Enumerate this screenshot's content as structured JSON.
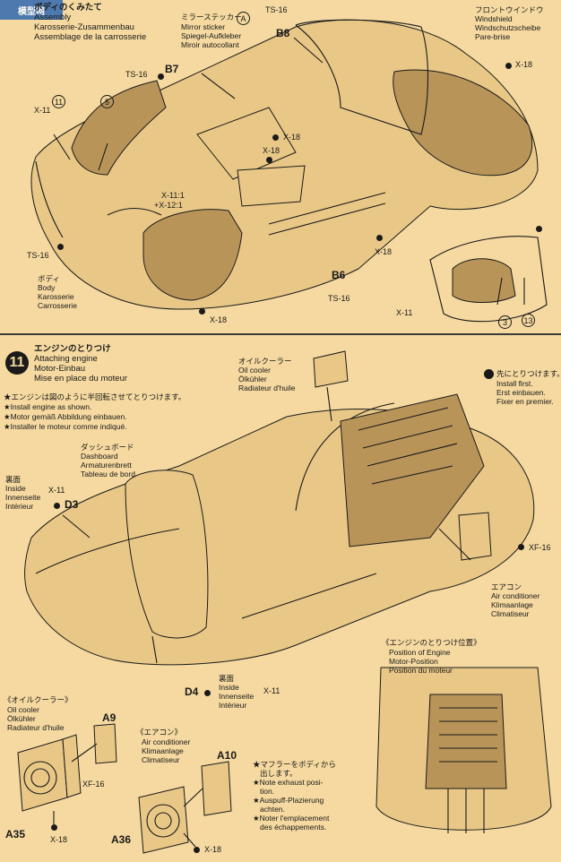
{
  "watermark": "模型网",
  "step10": {
    "title_jp": "ボディのくみたて",
    "title_en": "Assembly",
    "title_de": "Karosserie-Zusammenbau",
    "title_fr": "Assemblage de la carrosserie",
    "mirror_sticker": {
      "jp": "ミラーステッカー",
      "letter": "A",
      "en": "Mirror sticker",
      "de": "Spiegel-Aufkleber",
      "fr": "Miroir autocollant"
    },
    "windshield": {
      "jp": "フロントウインドウ",
      "en": "Windshield",
      "de": "Windschutzscheibe",
      "fr": "Pare-brise"
    },
    "body": {
      "jp": "ボディ",
      "en": "Body",
      "de": "Karosserie",
      "fr": "Carrosserie"
    },
    "parts": {
      "b8": "B8",
      "b7": "B7",
      "b6": "B6"
    },
    "screws": {
      "ts16_top": "TS-16",
      "ts16_b7": "TS-16",
      "ts16_left": "TS-16",
      "ts16_b6": "TS-16",
      "x11_left": "X-11",
      "x18_right": "X-18",
      "x18_mid": "X-18",
      "x18_mid2": "X-18",
      "x11_1": "X-11:1",
      "x12_1": "+X-12:1",
      "x18_bottom": "X-18",
      "x18_br": "X-18",
      "x11_br": "X-11"
    },
    "circled": [
      "11",
      "5",
      "3",
      "13"
    ]
  },
  "step11": {
    "number": "11",
    "title_jp": "エンジンのとりつけ",
    "title_en": "Attaching engine",
    "title_de": "Motor-Einbau",
    "title_fr": "Mise en place du moteur",
    "notes": [
      "★エンジンは図のように半回転させてとりつけます。",
      "★Install engine as shown.",
      "★Motor gemäß Abbildung einbauen.",
      "★Installer le moteur comme indiqué."
    ],
    "oil_cooler": {
      "jp": "オイルクーラー",
      "en": "Oil cooler",
      "de": "Ölkühler",
      "fr": "Radiateur d'huile"
    },
    "install_first": {
      "jp": "先にとりつけます。",
      "en": "Install first.",
      "de": "Erst einbauen.",
      "fr": "Fixer en premier."
    },
    "dashboard": {
      "jp": "ダッシュボード",
      "en": "Dashboard",
      "de": "Armaturenbrett",
      "fr": "Tableau de bord"
    },
    "inside_top": {
      "jp": "裏面",
      "en": "Inside",
      "de": "Innenseite",
      "fr": "Intérieur",
      "screw": "X-11"
    },
    "inside_bottom": {
      "jp": "裏面",
      "en": "Inside",
      "de": "Innenseite",
      "fr": "Intérieur",
      "screw": "X-11"
    },
    "air_conditioner": {
      "jp": "エアコン",
      "en": "Air conditioner",
      "de": "Klimaanlage",
      "fr": "Climatiseur"
    },
    "parts": {
      "d3": "D3",
      "d4": "D4"
    },
    "xf16": "XF-16",
    "engine_position": {
      "jp": "《エンジンのとりつけ位置》",
      "en": "Position of Engine",
      "de": "Motor-Position",
      "fr": "Position du moteur"
    },
    "muffler_note": [
      "★マフラーをボディから",
      "出します。",
      "★Note exhaust posi-",
      "tion.",
      "★Auspuff-Plazierung",
      "achten.",
      "★Noter l'emplacement",
      "des échappements."
    ]
  },
  "sub_oil_cooler": {
    "jp": "《オイルクーラー》",
    "en": "Oil cooler",
    "de": "Ölkühler",
    "fr": "Radiateur d'huile",
    "part_a9": "A9",
    "part_a35": "A35",
    "xf16": "XF-16",
    "x18": "X-18"
  },
  "sub_air_con": {
    "jp": "《エアコン》",
    "en": "Air conditioner",
    "de": "Klimaanlage",
    "fr": "Climatiseur",
    "part_a10": "A10",
    "part_a36": "A36",
    "x18": "X-18"
  }
}
